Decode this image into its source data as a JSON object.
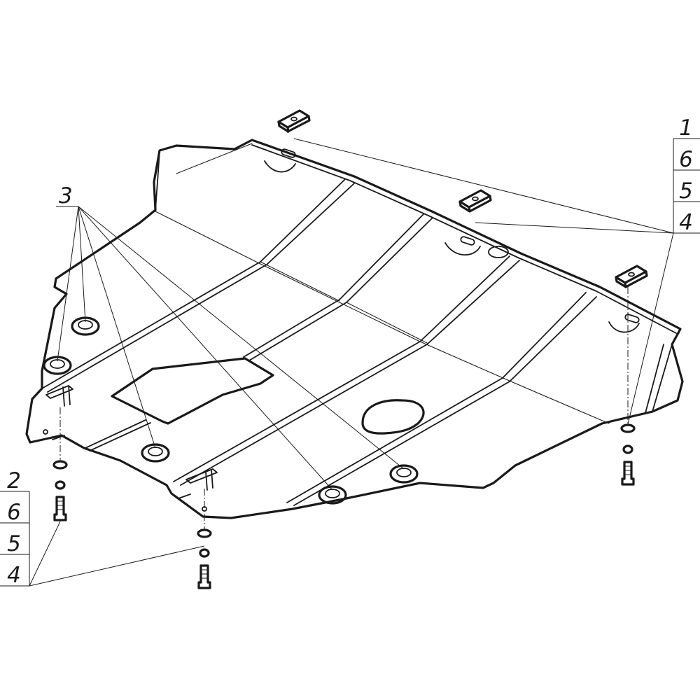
{
  "callouts": {
    "top_right": [
      "1",
      "6",
      "5",
      "4"
    ],
    "bottom_left": [
      "2",
      "6",
      "5",
      "4"
    ],
    "left": "3"
  }
}
